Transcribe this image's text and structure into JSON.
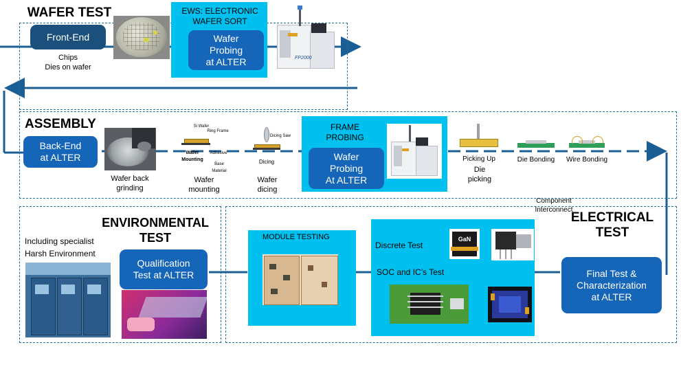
{
  "wafer_test": {
    "title": "WAFER TEST",
    "front_end": "Front-End",
    "chips_caption": "Chips\nDies on wafer",
    "ews_title": "EWS: ELECTRONIC\nWAFER SORT",
    "probing_button": "Wafer\nProbing\nat ALTER",
    "machine_label": "FP2000"
  },
  "assembly": {
    "title": "ASSEMBLY",
    "back_end": "Back-End\nat ALTER",
    "back_grinding": "Wafer back\ngrinding",
    "mounting_caption": "Wafer\nmounting",
    "mounting_diagram": {
      "si_wafer": "Si Wafer",
      "ring_frame": "Ring Frame",
      "adhesive": "Adhesive",
      "base_material": "Base\nMaterial",
      "title": "Wafer\nMounting"
    },
    "dicing_caption": "Wafer\ndicing",
    "dicing_diagram": {
      "saw": "Dicing Saw",
      "title": "Dicing"
    },
    "frame_probing_title": "FRAME\nPROBING",
    "frame_probing_button": "Wafer\nProbing\nAt ALTER",
    "picking_up": "Picking Up",
    "die_picking": "Die\npicking",
    "die_bonding": "Die Bonding",
    "wire_bonding": "Wire Bonding"
  },
  "interconnect_caption": "Component\nInterconnect",
  "environmental": {
    "title": "ENVIRONMENTAL\nTEST",
    "note": "Including specialist\nHarsh Environment",
    "button": "Qualification\nTest at ALTER"
  },
  "electrical": {
    "title": "ELECTRICAL\nTEST",
    "module_testing": "MODULE TESTING",
    "discrete_test": "Discrete Test",
    "soc_test": "SOC and IC’s Test",
    "final_test": "Final Test &\nCharacterization\nat  ALTER",
    "gan_label": "GaN"
  },
  "colors": {
    "dark_button": "#1b4f7c",
    "mid_button": "#1565b8",
    "cyan_panel": "#00c0f0",
    "flow_line": "#1a5e94",
    "dashed_border": "#1f6f9e"
  }
}
